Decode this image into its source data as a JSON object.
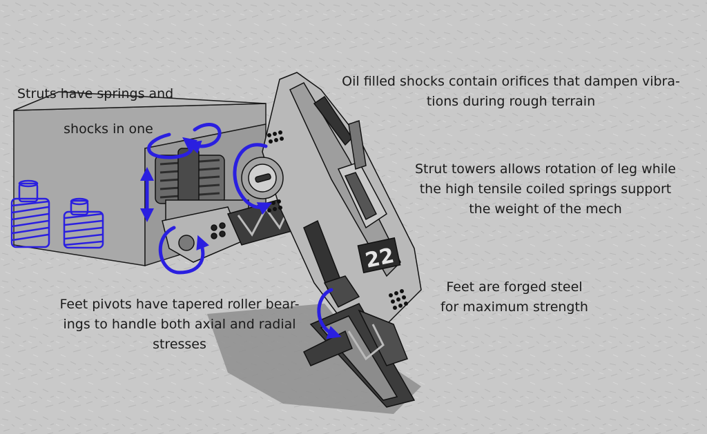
{
  "annotations": {
    "struts": {
      "line1": "Struts have springs and",
      "line2": "shocks in one"
    },
    "oil_shocks": {
      "line1": "Oil filled shocks contain orifices that dampen vibra-",
      "line2": "tions during rough terrain"
    },
    "strut_towers": {
      "line1": "Strut towers allows rotation of leg while",
      "line2": "the high tensile coiled springs support",
      "line3": "the weight of the mech"
    },
    "feet_steel": {
      "line1": "Feet are forged steel",
      "line2": "for maximum strength"
    },
    "feet_pivots": {
      "line1": "Feet pivots have tapered roller bear-",
      "line2": "ings to handle both axial and radial",
      "line3": "stresses"
    }
  },
  "leg_marking": "22",
  "colors": {
    "background": "#c9c9c9",
    "metal_light": "#b9b9b9",
    "metal_dark": "#3c3c3c",
    "outline": "#111111",
    "shadow": "#8e8e8e",
    "arrow_blue": "#2a1fe0"
  }
}
